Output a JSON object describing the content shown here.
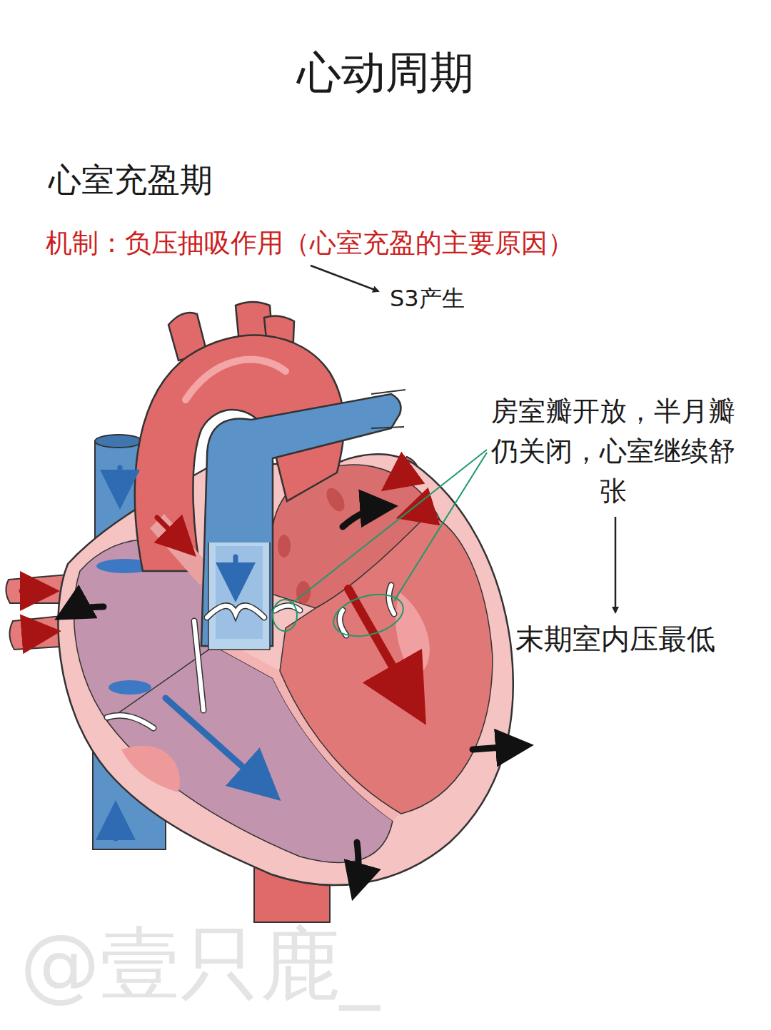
{
  "diagram": {
    "title": "心动周期",
    "labels": [
      "心室充盈期",
      "机制：负压抽吸作用（心室充盈的主要原因）",
      "S3产生",
      "房室瓣开放，半月瓣仍关闭，心室继续舒张",
      "末期室内压最低",
      "@壹只鹿_"
    ]
  }
}
